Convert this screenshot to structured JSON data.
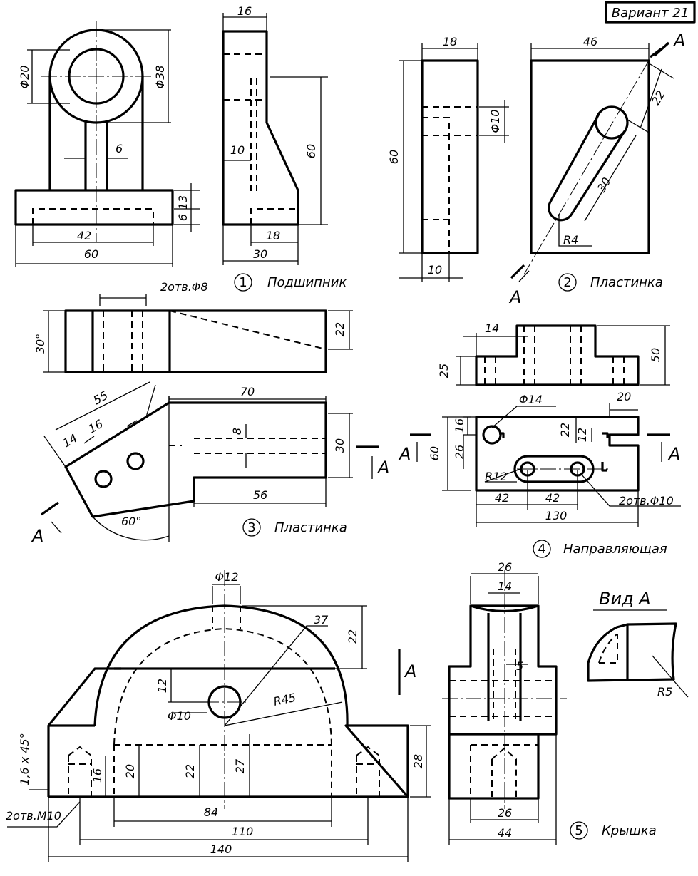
{
  "variant": "Вариант 21",
  "parts": [
    {
      "num": "1",
      "name": "Подшипник"
    },
    {
      "num": "2",
      "name": "Пластинка"
    },
    {
      "num": "3",
      "name": "Пластинка"
    },
    {
      "num": "4",
      "name": "Направляющая"
    },
    {
      "num": "5",
      "name": "Крышка"
    }
  ],
  "section_mark": "A",
  "view_a_title": "Вид А",
  "dims": {
    "p1": {
      "d20": "Φ20",
      "d38": "Φ38",
      "w16": "16",
      "t6": "6",
      "h10": "10",
      "h60": "60",
      "h13": "13",
      "h6": "6",
      "w42": "42",
      "w18": "18",
      "w60": "60",
      "w30": "30"
    },
    "p2": {
      "w18": "18",
      "w46": "46",
      "h60": "60",
      "d10": "Φ10",
      "w10": "10",
      "d22": "22",
      "d30": "30",
      "r4": "R4"
    },
    "p3": {
      "holes": "2отв.Φ8",
      "a30": "30°",
      "h22": "22",
      "l55": "55",
      "l16": "16",
      "l14": "14",
      "a60": "60°",
      "l70": "70",
      "h8": "8",
      "h30": "30",
      "l56": "56"
    },
    "p4": {
      "w14": "14",
      "h25": "25",
      "h50": "50",
      "d14": "Φ14",
      "w20": "20",
      "h16": "16",
      "h60": "60",
      "h26": "26",
      "h22": "22",
      "h12": "12",
      "r12": "R12",
      "w42a": "42",
      "w42b": "42",
      "w130": "130",
      "holes": "2отв.Φ10"
    },
    "p5": {
      "d12": "Φ12",
      "r37": "37",
      "h22a": "22",
      "h12": "12",
      "d10": "Φ10",
      "r45": "R45",
      "chamfer": "1,6 x 45°",
      "h16": "16",
      "h20": "20",
      "h22b": "22",
      "h27": "27",
      "h28": "28",
      "holes": "2отв.М10",
      "w84": "84",
      "w110": "110",
      "w140": "140",
      "w26top": "26",
      "w14": "14",
      "w5": "5",
      "w26bot": "26",
      "w44": "44",
      "r5": "R5"
    }
  }
}
